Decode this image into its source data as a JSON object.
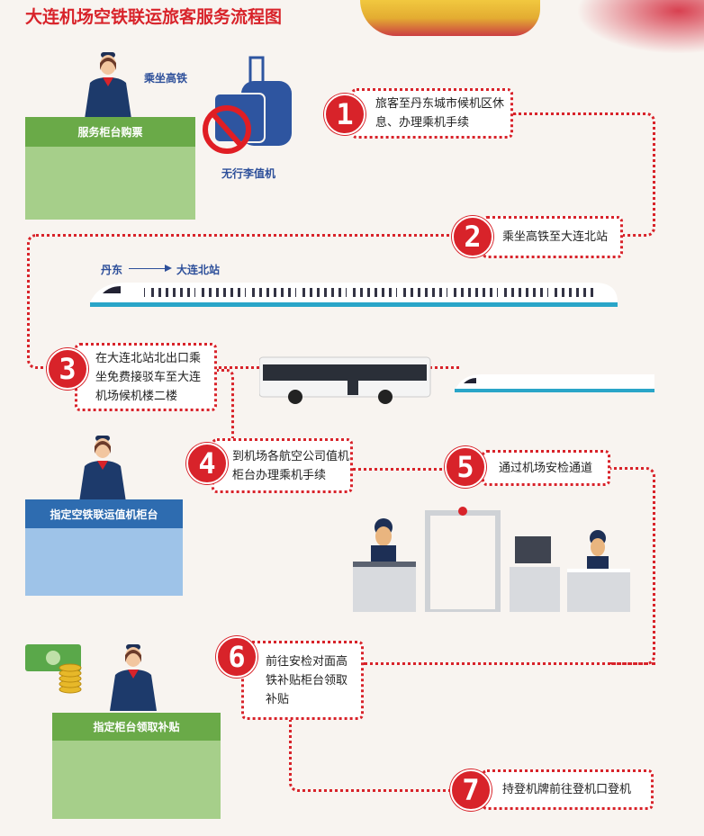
{
  "title": "大连机场空铁联运旅客服务流程图",
  "counter1": {
    "label": "服务柜台购票",
    "note1": "乘坐高铁",
    "note2": "无行李值机"
  },
  "route": {
    "from": "丹东",
    "to": "大连北站"
  },
  "steps": [
    {
      "num": "1",
      "text": "旅客至丹东城市候机区休息、办理乘机手续"
    },
    {
      "num": "2",
      "text": "乘坐高铁至大连北站"
    },
    {
      "num": "3",
      "text": "在大连北站北出口乘坐免费接驳车至大连机场候机楼二楼"
    },
    {
      "num": "4",
      "text": "到机场各航空公司值机柜台办理乘机手续"
    },
    {
      "num": "5",
      "text": "通过机场安检通道"
    },
    {
      "num": "6",
      "text": "前往安检对面高铁补贴柜台领取补贴"
    },
    {
      "num": "7",
      "text": "持登机牌前往登机口登机"
    }
  ],
  "counter2": {
    "label": "指定空铁联运值机柜台"
  },
  "counter3": {
    "label": "指定柜台领取补贴"
  },
  "colors": {
    "red": "#d8232a",
    "green": "#6aaa48",
    "blue": "#2e6cb0"
  }
}
